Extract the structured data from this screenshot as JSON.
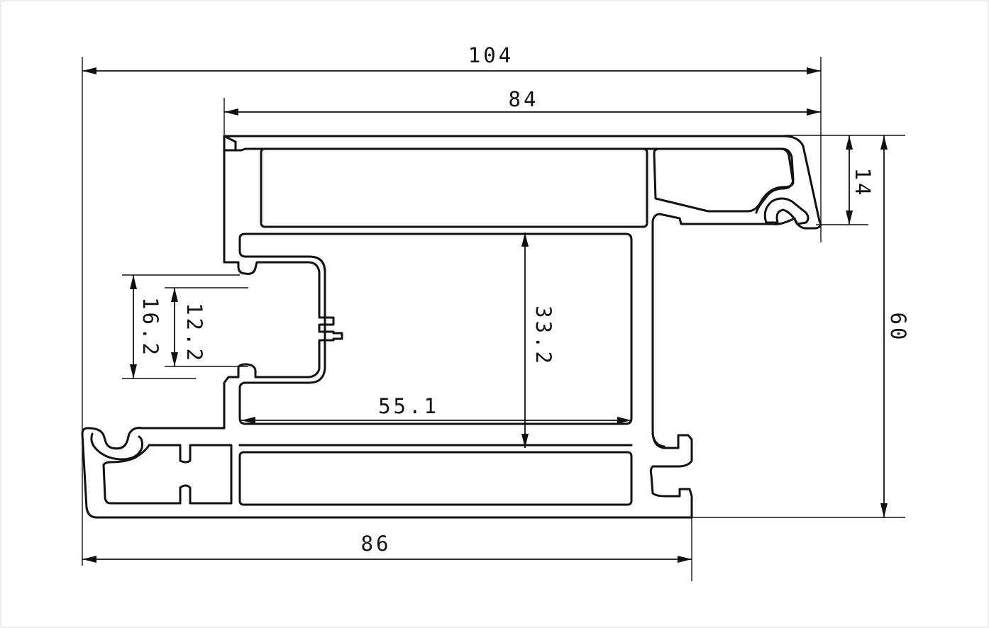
{
  "dimensions": {
    "overall_width": "104",
    "top_flange_width": "84",
    "bottom_width": "86",
    "inner_width": "55.1",
    "inner_height": "33.2",
    "overall_height": "60",
    "top_lip_height": "14",
    "slot_outer_height": "16.2",
    "slot_inner_height": "12.2"
  },
  "colors": {
    "line": "#111111",
    "background": "#ffffff"
  }
}
